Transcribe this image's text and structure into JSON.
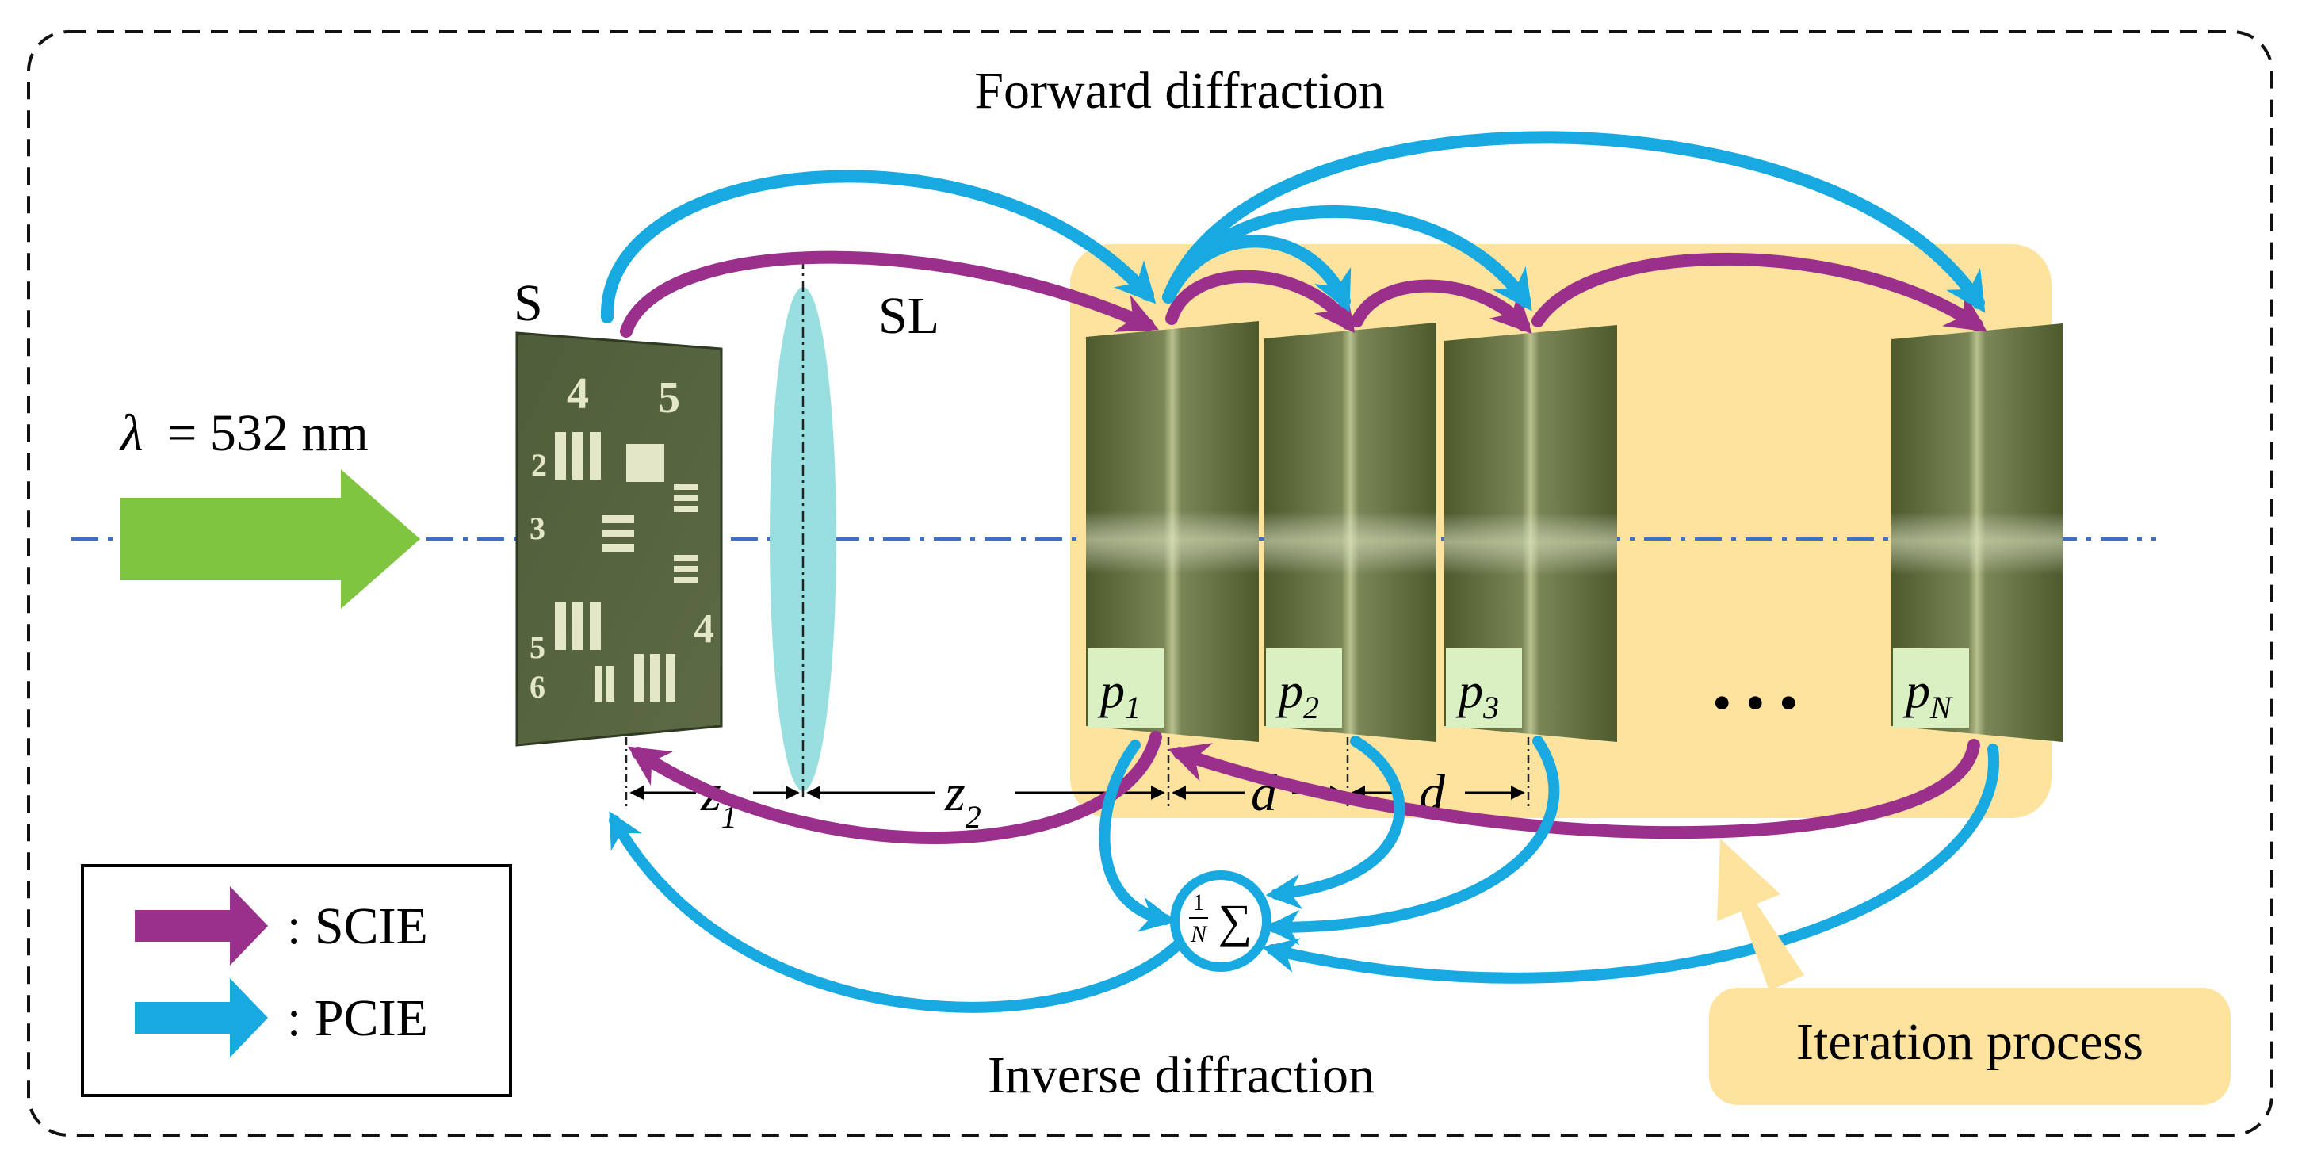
{
  "titles": {
    "forward": "Forward diffraction",
    "inverse": "Inverse diffraction",
    "iteration": "Iteration process"
  },
  "elements": {
    "sample": "S",
    "lens": "SL",
    "wavelength_symbol": "λ",
    "wavelength_value": "= 532 nm"
  },
  "distances": {
    "z1": "z",
    "z1_sub": "1",
    "z2": "z",
    "z2_sub": "2",
    "d1": "d",
    "d2": "d"
  },
  "planes": [
    {
      "symbol": "p",
      "sub": "1"
    },
    {
      "symbol": "p",
      "sub": "2"
    },
    {
      "symbol": "p",
      "sub": "3"
    },
    {
      "symbol": "p",
      "sub": "N"
    }
  ],
  "ellipsis": "• • •",
  "sum_operator": {
    "numerator": "1",
    "denominator": "N",
    "symbol": "∑"
  },
  "legend": {
    "items": [
      {
        "label": ": SCIE",
        "color": "#9a2f8c"
      },
      {
        "label": ": PCIE",
        "color": "#19a9e1"
      }
    ]
  },
  "colors": {
    "scie": "#9a2f8c",
    "pcie": "#19a9e1",
    "green_beam": "#7fc540",
    "iteration_box": "#fde39e",
    "lens": "#9adfe0",
    "axis": "#3f6fc4",
    "plane": "#5b6636"
  }
}
